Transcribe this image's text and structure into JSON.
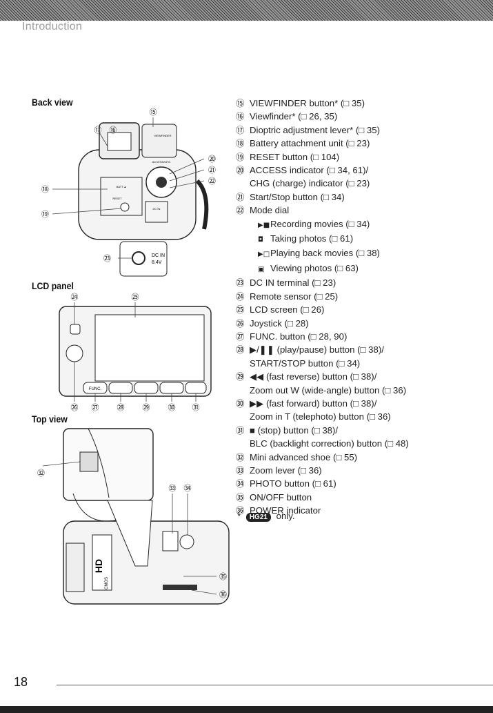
{
  "header": {
    "section": "Introduction"
  },
  "headings": {
    "back": "Back view",
    "lcd": "LCD panel",
    "top": "Top view"
  },
  "figures": {
    "back": {
      "n15": "⑮",
      "n16": "⑯",
      "n17": "⑰",
      "n18": "⑱",
      "n19": "⑲",
      "n20": "⑳",
      "n21": "㉑",
      "n22": "㉒",
      "n23": "㉓",
      "viewfinder_label": "VIEWFINDER",
      "access_label": "ACCESS/CHG",
      "batt_label": "BATT.▲",
      "reset_label": "RESET",
      "dcin_label": "DC IN",
      "dc_title": "DC IN",
      "dc_volt": "8.4V"
    },
    "lcd": {
      "n24": "㉔",
      "n25": "㉕",
      "n26": "㉖",
      "n27": "㉗",
      "n28": "㉘",
      "n29": "㉙",
      "n30": "㉚",
      "n31": "㉛",
      "func_label": "FUNC."
    },
    "top": {
      "n32": "㉜",
      "n33": "㉝",
      "n34": "㉞",
      "n35": "㉟",
      "n36": "㊱",
      "hd_label": "HD",
      "cmos_label": "CMOS"
    }
  },
  "items": [
    {
      "num": "⑮",
      "lines": [
        "VIEWFINDER button* (□ 35)"
      ]
    },
    {
      "num": "⑯",
      "lines": [
        "Viewfinder* (□ 26, 35)"
      ]
    },
    {
      "num": "⑰",
      "lines": [
        "Dioptric adjustment lever* (□ 35)"
      ]
    },
    {
      "num": "⑱",
      "lines": [
        "Battery attachment unit (□ 23)"
      ]
    },
    {
      "num": "⑲",
      "lines": [
        "RESET button (□ 104)"
      ]
    },
    {
      "num": "⑳",
      "lines": [
        "ACCESS indicator (□ 34, 61)/",
        "CHG (charge) indicator (□ 23)"
      ]
    },
    {
      "num": "㉑",
      "lines": [
        "Start/Stop button (□ 34)"
      ]
    },
    {
      "num": "㉒",
      "lines": [
        "Mode dial"
      ]
    },
    {
      "num": "㉓",
      "lines": [
        "DC IN terminal (□ 23)"
      ]
    },
    {
      "num": "㉔",
      "lines": [
        "Remote sensor (□ 25)"
      ]
    },
    {
      "num": "㉕",
      "lines": [
        "LCD screen (□ 26)"
      ]
    },
    {
      "num": "㉖",
      "lines": [
        "Joystick (□ 28)"
      ]
    },
    {
      "num": "㉗",
      "lines": [
        "FUNC. button (□ 28, 90)"
      ]
    },
    {
      "num": "㉘",
      "lines": [
        "▶/❚❚ (play/pause) button (□ 38)/",
        "START/STOP button (□ 34)"
      ]
    },
    {
      "num": "㉙",
      "lines": [
        "◀◀ (fast reverse) button (□ 38)/",
        "Zoom out W (wide-angle) button (□ 36)"
      ]
    },
    {
      "num": "㉚",
      "lines": [
        "▶▶ (fast forward) button (□ 38)/",
        "Zoom in T (telephoto) button (□ 36)"
      ]
    },
    {
      "num": "㉛",
      "lines": [
        "■ (stop) button (□ 38)/",
        "BLC (backlight correction) button (□ 48)"
      ]
    },
    {
      "num": "㉜",
      "lines": [
        "Mini advanced shoe (□ 55)"
      ]
    },
    {
      "num": "㉝",
      "lines": [
        "Zoom lever (□ 36)"
      ]
    },
    {
      "num": "㉞",
      "lines": [
        "PHOTO button (□ 61)"
      ]
    },
    {
      "num": "㉟",
      "lines": [
        "ON/OFF button"
      ]
    },
    {
      "num": "㊱",
      "lines": [
        "POWER indicator"
      ]
    }
  ],
  "mode_dial": [
    {
      "icon": "▶■",
      "text": "Recording movies (□ 34)"
    },
    {
      "icon": "◘",
      "text": "Taking photos (□ 61)"
    },
    {
      "icon": "▶□",
      "text": "Playing back movies (□ 38)"
    },
    {
      "icon": "▣",
      "text": "Viewing photos (□ 63)"
    }
  ],
  "note": {
    "star": "*",
    "badge": "HG21",
    "text": "only."
  },
  "footer": {
    "page": "18"
  }
}
